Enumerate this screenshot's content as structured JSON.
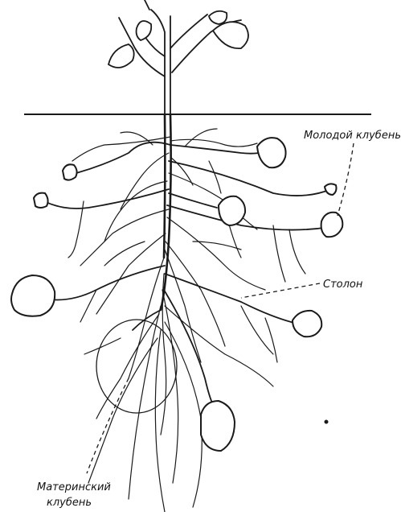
{
  "labels": {
    "young_tuber": "Молодой клубень",
    "stolon": "Столон",
    "mother_tuber_line1": "Материнский",
    "mother_tuber_line2": "клубень"
  }
}
